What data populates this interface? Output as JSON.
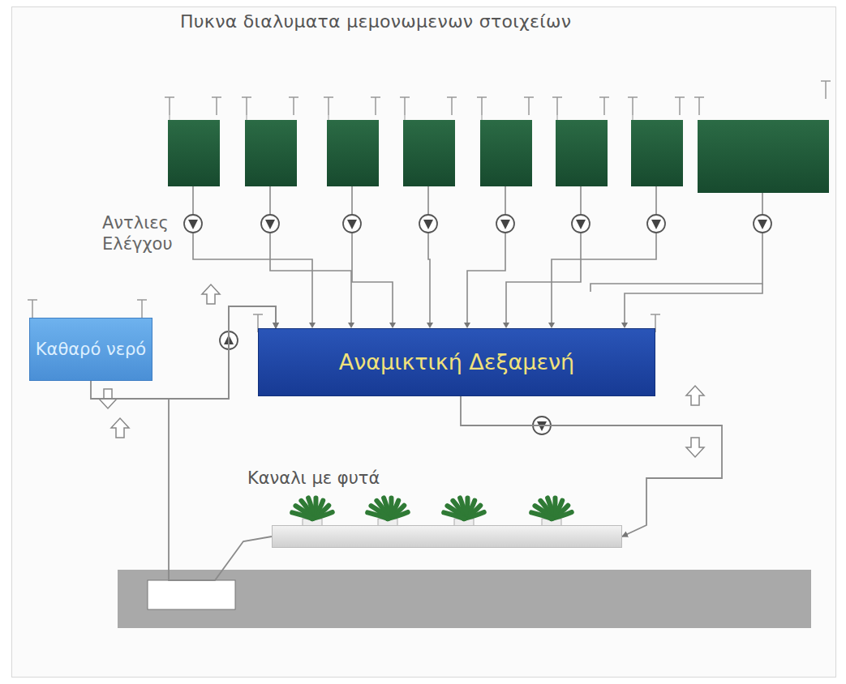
{
  "diagram": {
    "title": "Πυκνα διαλυματα μεμονωμενων στοιχείων",
    "nodes": [
      {
        "text": [
          "Καθαρό νερό"
        ]
      },
      {
        "text": [
          "Αναμικτική Δεξαμενή"
        ]
      },
      {
        "text": [
          "Καναλι με φυτά"
        ]
      }
    ],
    "edges": [
      {
        "from": 0,
        "to": 1,
        "arrow": "to"
      },
      {
        "from": 1,
        "to": 2,
        "arrow": "to"
      },
      {
        "from": 2,
        "to": 1,
        "arrow": "to"
      }
    ],
    "labels": [
      "Αντλιες Ελέγχου"
    ]
  }
}
